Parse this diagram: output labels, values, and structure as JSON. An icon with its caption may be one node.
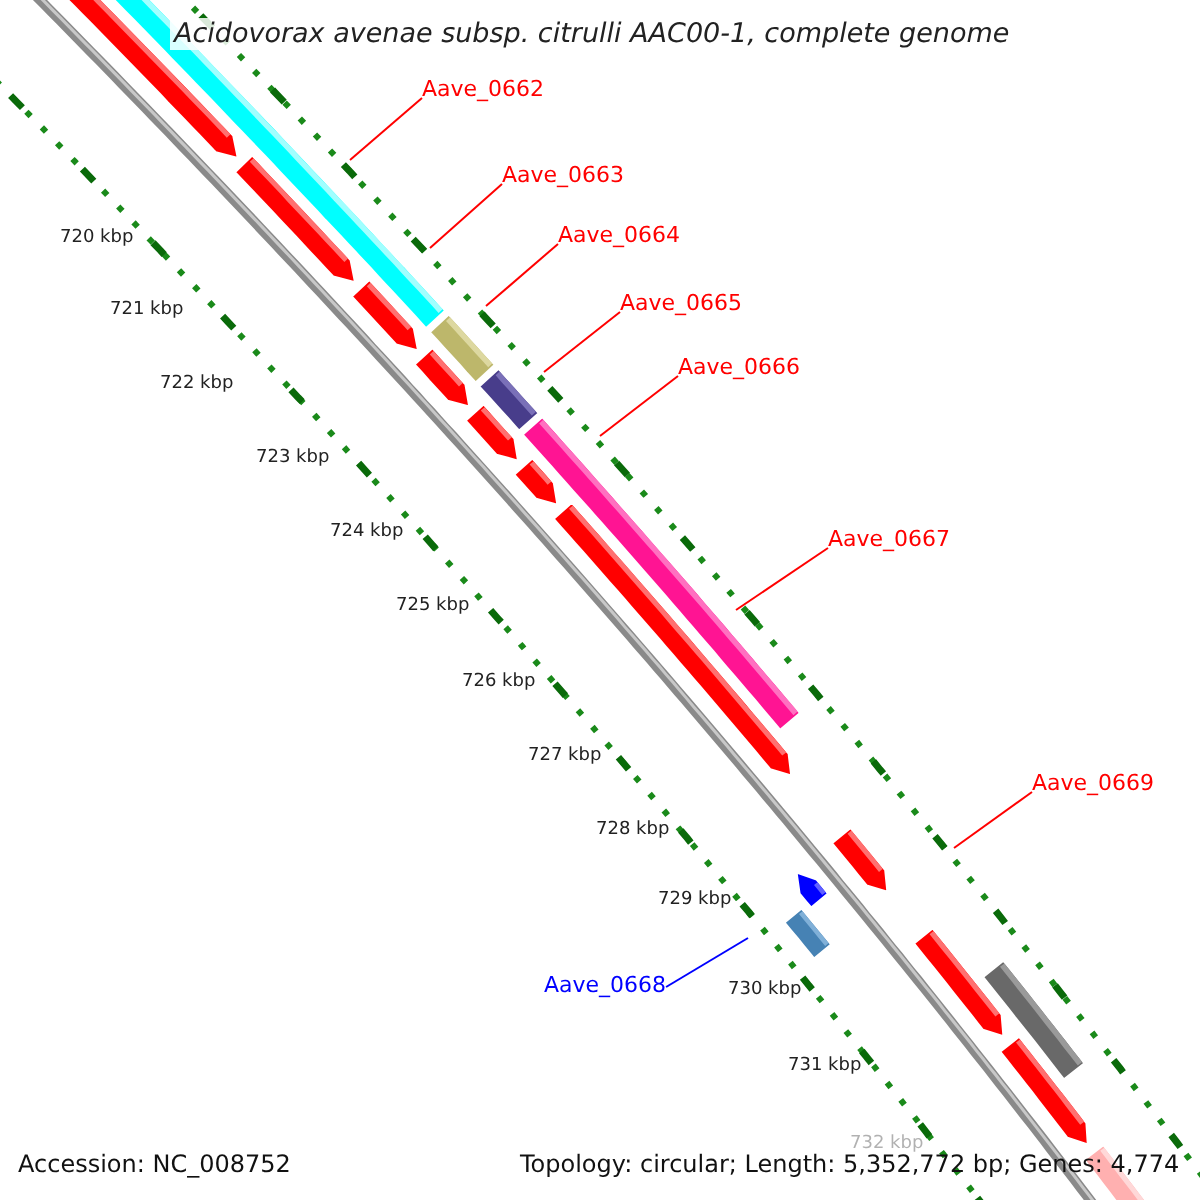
{
  "diagram": {
    "title": "Acidovorax avenae subsp. citrulli AAC00-1, complete genome",
    "nodes": [
      {
        "text": [
          "Aave_0662"
        ]
      },
      {
        "text": [
          "Aave_0663"
        ]
      },
      {
        "text": [
          "Aave_0664"
        ]
      },
      {
        "text": [
          "Aave_0665"
        ]
      },
      {
        "text": [
          "Aave_0666"
        ]
      },
      {
        "text": [
          "Aave_0667"
        ]
      },
      {
        "text": [
          "Aave_0669"
        ]
      },
      {
        "text": [
          "Aave_0668"
        ]
      }
    ],
    "edges": [
      {
        "from": 0,
        "to": null,
        "arrow": "none"
      },
      {
        "from": 1,
        "to": null,
        "arrow": "none"
      },
      {
        "from": 2,
        "to": null,
        "arrow": "none"
      },
      {
        "from": 3,
        "to": null,
        "arrow": "none"
      },
      {
        "from": 4,
        "to": null,
        "arrow": "none"
      },
      {
        "from": 5,
        "to": null,
        "arrow": "none"
      },
      {
        "from": 6,
        "to": null,
        "arrow": "none"
      },
      {
        "from": 7,
        "to": null,
        "arrow": "none",
        "color": "#0000ff"
      }
    ],
    "labels": [
      "720 kbp",
      "721 kbp",
      "722 kbp",
      "723 kbp",
      "724 kbp",
      "725 kbp",
      "726 kbp",
      "727 kbp",
      "728 kbp",
      "729 kbp",
      "730 kbp",
      "731 kbp",
      "732 kbp",
      "Accession: NC_008752",
      "Topology: circular; Length: 5,352,772 bp; Genes: 4,774"
    ]
  }
}
